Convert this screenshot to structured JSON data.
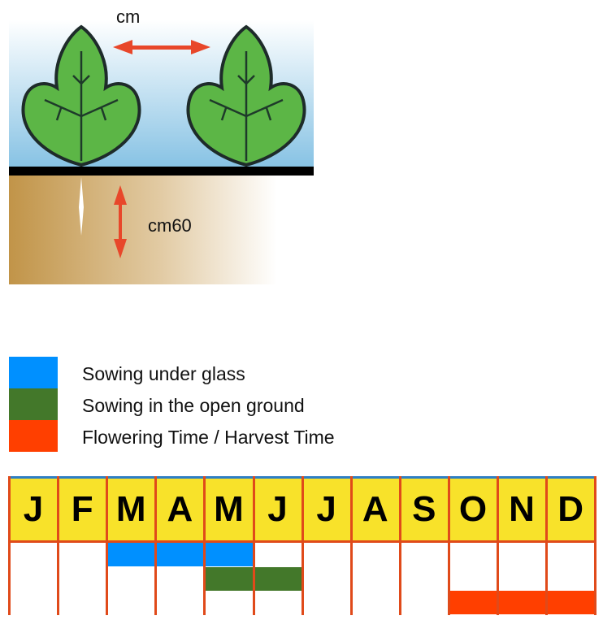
{
  "illustration": {
    "spacing_label": "cm",
    "depth_label": "cm60"
  },
  "legend": [
    {
      "label": "Sowing under glass",
      "color": "#0090ff"
    },
    {
      "label": "Sowing in the open ground",
      "color": "#43782a"
    },
    {
      "label": "Flowering Time / Harvest Time",
      "color": "#ff3f00"
    }
  ],
  "calendar": {
    "months": [
      "J",
      "F",
      "M",
      "A",
      "M",
      "J",
      "J",
      "A",
      "S",
      "O",
      "N",
      "D"
    ],
    "rows": [
      {
        "activity": "Sowing under glass",
        "months": [
          3,
          4,
          5
        ]
      },
      {
        "activity": "Sowing in the open ground",
        "months": [
          5,
          6
        ]
      },
      {
        "activity": "Flowering Time / Harvest Time",
        "months": [
          10,
          11,
          12
        ]
      }
    ]
  }
}
